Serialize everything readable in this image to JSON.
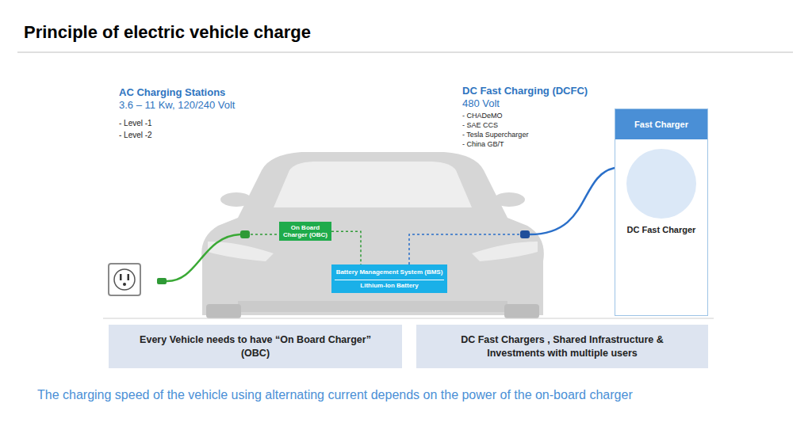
{
  "diagram": {
    "title": "Principle of electric vehicle charge",
    "caption": "The charging speed of the vehicle using alternating current depends on the power of the on-board charger",
    "nodes": [
      {
        "text": [
          "On Board Charger (OBC)"
        ]
      },
      {
        "text": [
          "Battery Management System (BMS)",
          "Lithium-Ion Battery"
        ]
      },
      {
        "text": [
          "Fast Charger",
          "DC Fast Charger"
        ]
      },
      {
        "text": [
          "Every Vehicle needs to have “On Board Charger” (OBC)"
        ]
      },
      {
        "text": [
          "DC Fast Chargers , Shared Infrastructure & Investments with multiple users"
        ]
      }
    ],
    "edges": [
      {
        "from": 0,
        "to": 1,
        "arrow": "none"
      },
      {
        "from": 2,
        "to": 1,
        "arrow": "none"
      }
    ],
    "labels": [
      "AC Charging Stations",
      "3.6 – 11 Kw, 120/240 Volt",
      "- Level -1",
      "- Level -2",
      "DC Fast Charging (DCFC)",
      "480 Volt",
      "- CHADeMO",
      "- SAE CCS",
      "- Tesla Supercharger",
      "- China GB/T"
    ]
  }
}
